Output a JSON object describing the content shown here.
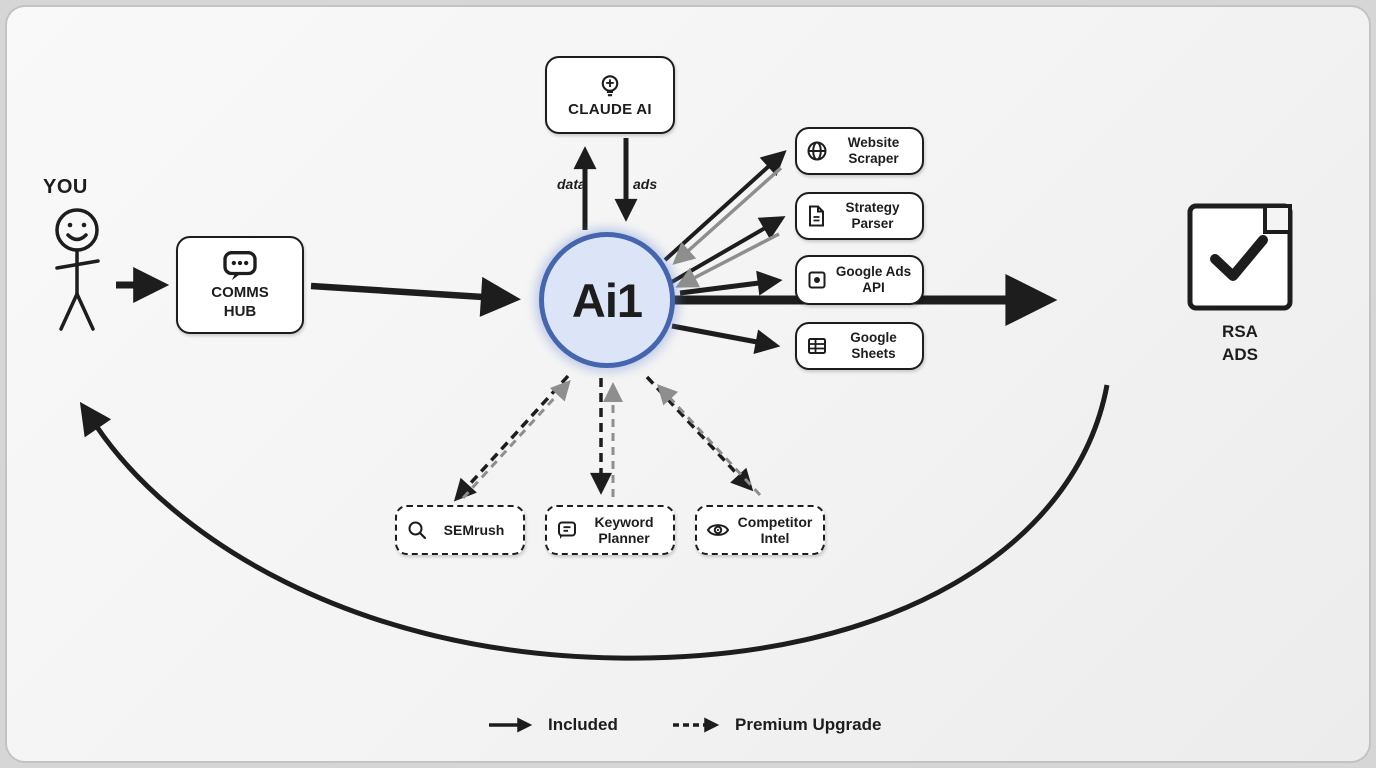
{
  "diagram": {
    "actor": {
      "label": "YOU"
    },
    "comms_hub": {
      "label": "COMMS HUB",
      "icon": "chat-bubble-dots"
    },
    "claude": {
      "label": "CLAUDE AI",
      "icon": "lightbulb"
    },
    "claude_edges": {
      "up_label": "data",
      "down_label": "ads"
    },
    "hub": {
      "label": "Ai1"
    },
    "included_services": [
      {
        "label": "Website Scraper",
        "icon": "globe"
      },
      {
        "label": "Strategy Parser",
        "icon": "document"
      },
      {
        "label": "Google Ads API",
        "icon": "square-dot"
      },
      {
        "label": "Google Sheets",
        "icon": "table-grid"
      }
    ],
    "premium_services": [
      {
        "label": "SEMrush",
        "icon": "magnifier"
      },
      {
        "label": "Keyword Planner",
        "icon": "chat-bubble-lines"
      },
      {
        "label": "Competitor Intel",
        "icon": "eye"
      }
    ],
    "output": {
      "label": "RSA ADS",
      "icon": "document-check"
    },
    "legend": [
      {
        "label": "Included",
        "style": "solid-arrow"
      },
      {
        "label": "Premium Upgrade",
        "style": "dashed-arrow"
      }
    ],
    "colors": {
      "hub_fill": "#dce5f8",
      "hub_border": "#4565ae",
      "line_black": "#1d1d1d",
      "return_gray": "#8e8e8e",
      "box_bg": "#ffffff"
    }
  }
}
